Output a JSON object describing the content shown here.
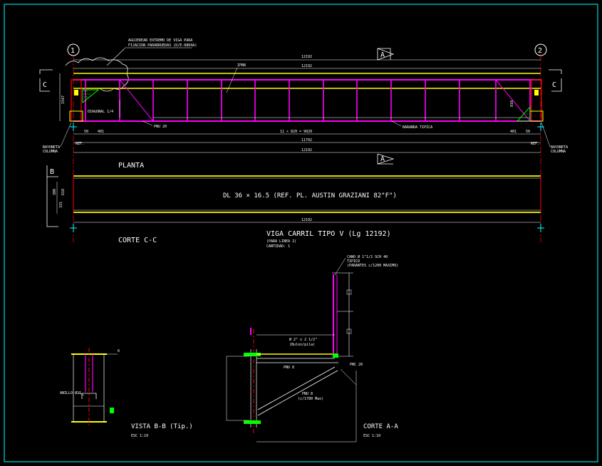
{
  "colors": {
    "bg": "#000000",
    "frame": "#00ffff",
    "beam": "#ffff00",
    "member": "#ff00ff",
    "post": "#ff0000",
    "dim": "#ffffff",
    "cyan": "#00ffff",
    "green": "#00ff00"
  },
  "plan_view": {
    "grid_1": "1",
    "grid_2": "2",
    "note_line1": "AGUJEREAR EXTREMO DE VIGA PARA",
    "note_line2": "FIJACION PARARRUEDAS (D/E-0804A)",
    "dim_top1": "12192",
    "dim_top2": "12192",
    "member_top": "IPN8",
    "diagonal": "DIAGONAL 1/4",
    "member_bottom": "PNU 20",
    "railing": "BARANDA TIPICA",
    "height_left": "1547",
    "height_right": "810",
    "dim_left_small": "50",
    "dim_left": "401",
    "dim_mid": "11 × 820 = 9020",
    "dim_right": "401",
    "dim_right_small": "50",
    "dim_bottom1": "11792",
    "dim_bottom2": "12192",
    "bayoneta_left_1": "BAYONETA",
    "bayoneta_left_2": "COLUMNA",
    "bayoneta_right_1": "BAYONETA",
    "bayoneta_right_2": "COLUMNA",
    "section_c_left": "C",
    "section_c_right": "C",
    "section_a_top": "A",
    "section_a_bottom": "A",
    "ref_left": "REF.",
    "ref_right": "REF."
  },
  "elevation": {
    "label_planta": "PLANTA",
    "beam_label": "DL 36 × 16.5  (REF. PL. AUSTIN GRAZIANI 82\"F\")",
    "section_b": "B",
    "dim_v1": "300",
    "dim_v2": "315",
    "dim_v3": "618",
    "dim_bottom": "12192",
    "corte_cc": "CORTE C-C"
  },
  "title_block": {
    "title": "VIGA CARRIL TIPO V (Lg 12192)",
    "sub1": "(PARA LINEA 2)",
    "sub2": "CANTIDAD: 1"
  },
  "vista_bb": {
    "title": "VISTA B-B (Tip.)",
    "scale": "ESC 1:10",
    "anillo": "ANILLO Ø21",
    "dim_top": "6"
  },
  "corte_aa": {
    "title": "CORTE A-A",
    "scale": "ESC 1:10",
    "note1": "CANO Ø 1\"1/2 SCH 40",
    "note2": "TIPICO",
    "note3": "(PARANTES c/1200 MAXIMO)",
    "bolt1": "Ø 2\" x 2 1/2\"",
    "bolt2": "(Bulon/pila)",
    "pnu8": "PNU 8",
    "pnc20": "PNC 20",
    "pnu8b": "PNU 8",
    "spacing": "(c/1780 Max)"
  }
}
